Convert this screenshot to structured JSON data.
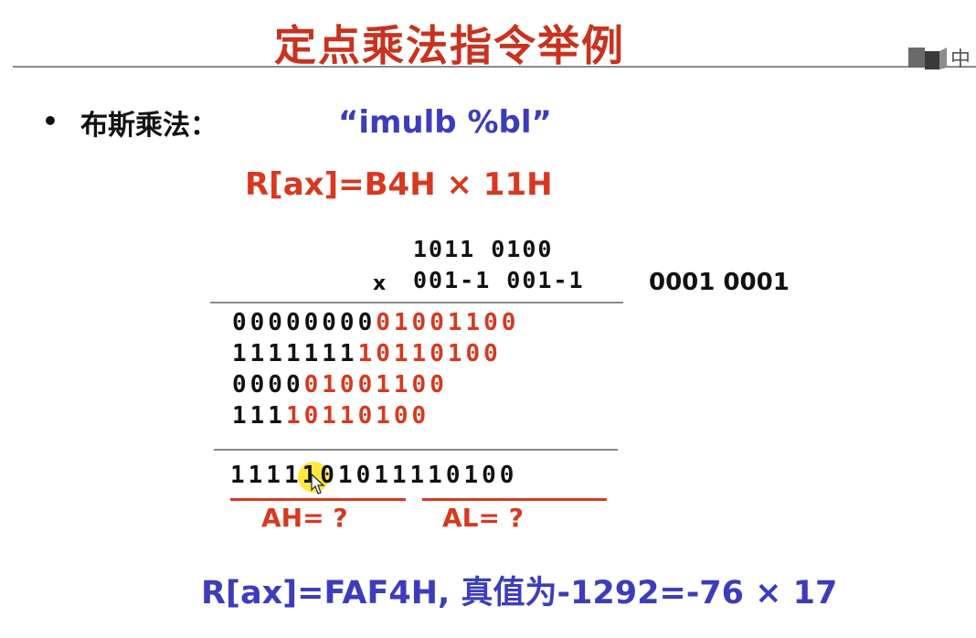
{
  "slide": {
    "title": "定点乘法指令举例",
    "corner_text": "中",
    "bullet": "•",
    "bullet_label": "布斯乘法：",
    "instruction": "“imulb %bl”",
    "expression": "R[ax]=B4H × 11H",
    "multiplication": {
      "multiplicand": "1011 0100",
      "times_symbol": "x",
      "multiplier": "001-1 001-1",
      "multiplier_binary": "0001 0001",
      "partial_products": [
        {
          "black": "00000000",
          "red": "01001100"
        },
        {
          "black": "1111111",
          "red": "10110100"
        },
        {
          "black": "0000",
          "red": "01001100"
        },
        {
          "black": "111",
          "red": "10110100"
        }
      ],
      "result": "1111101011110100",
      "ah_label": "AH= ?",
      "al_label": "AL= ?"
    },
    "conclusion": "R[ax]=FAF4H, 真值为-1292=-76 × 17"
  },
  "colors": {
    "title": "#c8321e",
    "red": "#d8381f",
    "blue": "#3c3cbd",
    "rule": "#8a8a8a",
    "highlight": "#ffe000"
  },
  "icons": [
    "book-icon",
    "cursor-icon"
  ]
}
